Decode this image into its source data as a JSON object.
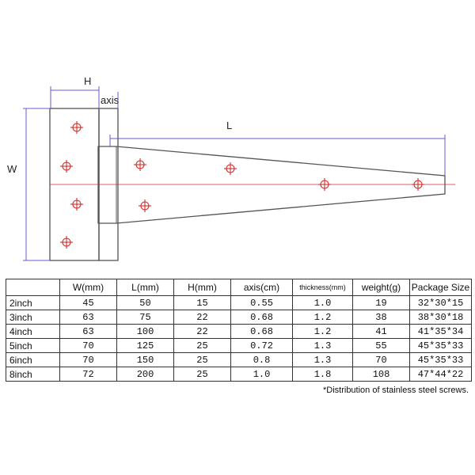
{
  "diagram": {
    "labels": {
      "height": "H",
      "axis": "axis",
      "length": "L",
      "width": "W"
    },
    "colors": {
      "outline": "#555555",
      "dimension": "#6a5acd",
      "hole": "#d32f2f",
      "centerline": "#d32f2f"
    }
  },
  "table": {
    "headers": [
      "",
      "W(mm)",
      "L(mm)",
      "H(mm)",
      "axis(cm)",
      "thickness(mm)",
      "weight(g)",
      "Package Size"
    ],
    "rows": [
      [
        "2inch",
        "45",
        "50",
        "15",
        "0.55",
        "1.0",
        "19",
        "32*30*15"
      ],
      [
        "3inch",
        "63",
        "75",
        "22",
        "0.68",
        "1.2",
        "38",
        "38*30*18"
      ],
      [
        "4inch",
        "63",
        "100",
        "22",
        "0.68",
        "1.2",
        "41",
        "41*35*34"
      ],
      [
        "5inch",
        "70",
        "125",
        "25",
        "0.72",
        "1.3",
        "55",
        "45*35*33"
      ],
      [
        "6inch",
        "70",
        "150",
        "25",
        "0.8",
        "1.3",
        "70",
        "45*35*33"
      ],
      [
        "8inch",
        "72",
        "200",
        "25",
        "1.0",
        "1.8",
        "108",
        "47*44*22"
      ]
    ]
  },
  "footnote": "*Distribution of stainless steel screws."
}
